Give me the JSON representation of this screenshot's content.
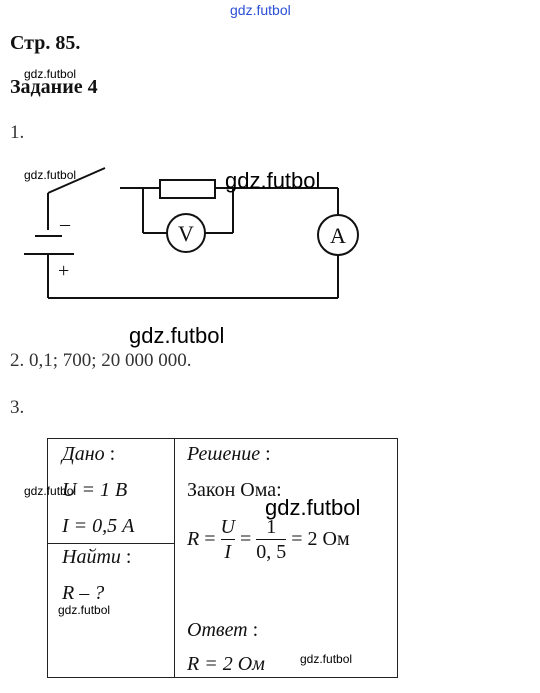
{
  "watermark": "gdz.futbol",
  "header": {
    "page": "Стр. 85.",
    "task": "Задание 4"
  },
  "items": {
    "one": "1.",
    "two": "2. 0,1; 700; 20 000 000.",
    "three": "3."
  },
  "circuit": {
    "minus": "–",
    "plus": "+",
    "voltmeter": "V",
    "ammeter": "A"
  },
  "given": {
    "label": "Дано",
    "colon": ":",
    "u_value": "U = 1 В",
    "i_value": "I = 0,5 А",
    "find_label": "Найти",
    "find_value": "R – ?"
  },
  "solution": {
    "label": "Решение",
    "colon": ":",
    "law": "Закон Ома:",
    "r": "R",
    "eq": "=",
    "num1": "U",
    "den1": "I",
    "num2": "1",
    "den2": "0, 5",
    "result": "= 2 Ом",
    "answer_label": "Ответ",
    "answer_value": "R = 2 Ом"
  }
}
